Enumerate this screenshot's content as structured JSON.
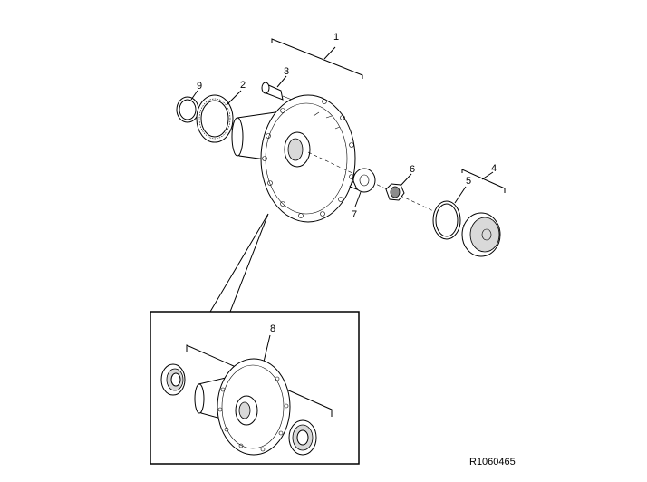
{
  "callouts": [
    "1",
    "2",
    "3",
    "4",
    "5",
    "6",
    "7",
    "8",
    "9"
  ],
  "reference_code": "R1060465"
}
